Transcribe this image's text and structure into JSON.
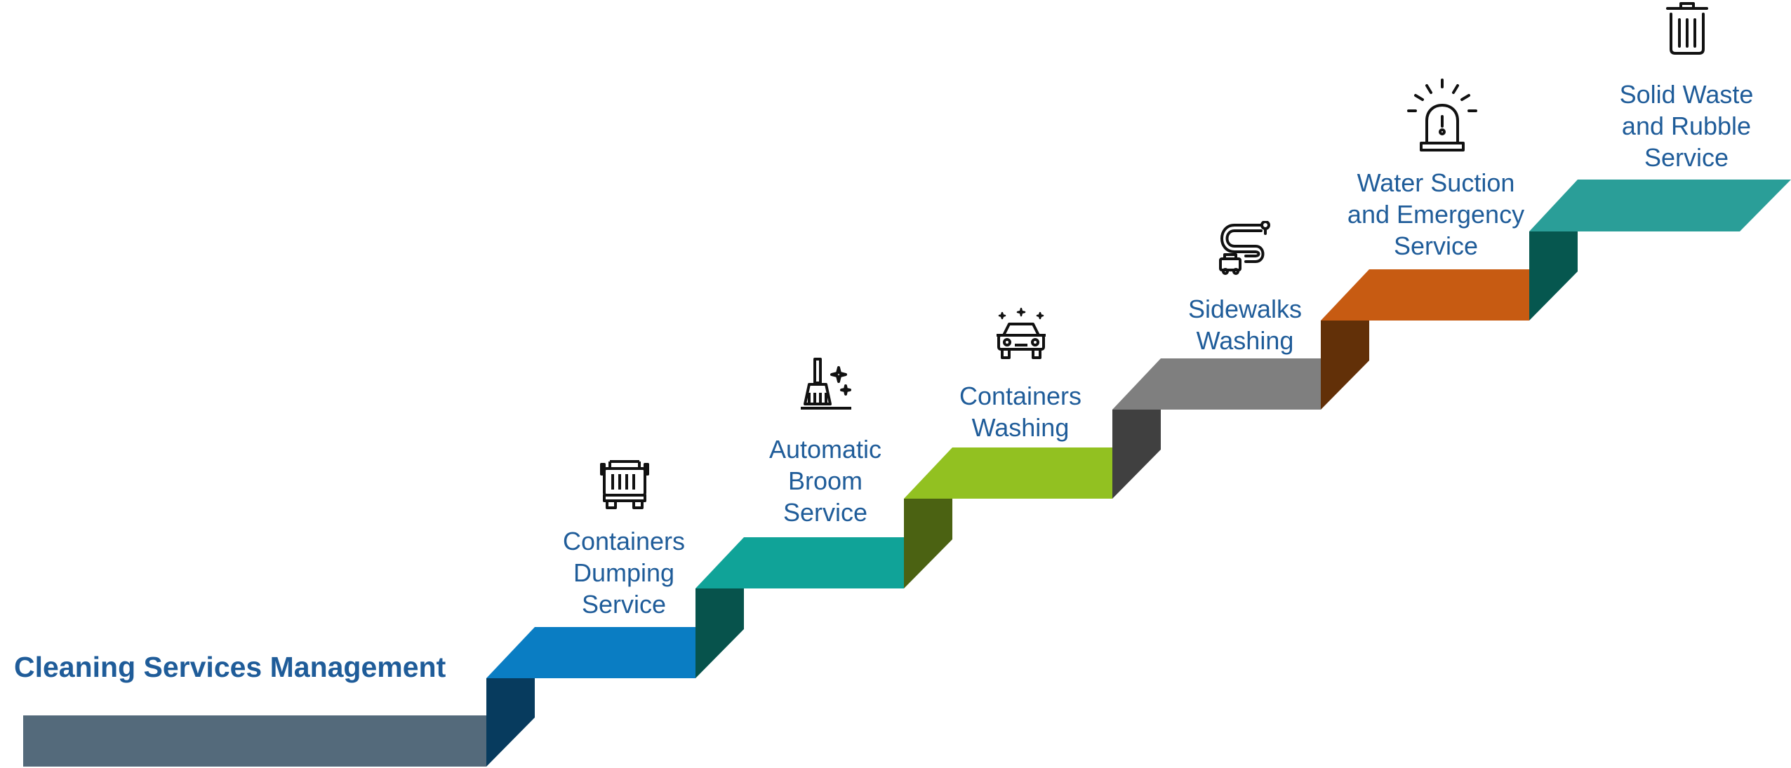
{
  "title": "Cleaning Services Management",
  "colors": {
    "text": "#1F5C99",
    "base": "#546A7B",
    "step1_top": "#0A7DC3",
    "step1_side": "#073B5E",
    "step2_top": "#10A398",
    "step2_side": "#07534C",
    "step3_top": "#92C121",
    "step3_side": "#4B6212",
    "step4_top": "#7F7F7F",
    "step4_side": "#404040",
    "step5_top": "#C75B12",
    "step5_side": "#623008",
    "step6_top": "#2A9E98",
    "step6_side": "#06574F"
  },
  "steps": [
    {
      "lines": [
        "Containers",
        "Dumping",
        "Service"
      ],
      "icon": "truck-icon"
    },
    {
      "lines": [
        "Automatic",
        "Broom",
        "Service"
      ],
      "icon": "broom-icon"
    },
    {
      "lines": [
        "Containers",
        "Washing"
      ],
      "icon": "car-wash-icon"
    },
    {
      "lines": [
        "Sidewalks",
        "Washing"
      ],
      "icon": "road-route-icon"
    },
    {
      "lines": [
        "Water Suction",
        "and Emergency",
        "Service"
      ],
      "icon": "emergency-siren-icon"
    },
    {
      "lines": [
        "Solid Waste",
        "and Rubble",
        "Service"
      ],
      "icon": "trash-bin-icon"
    }
  ]
}
